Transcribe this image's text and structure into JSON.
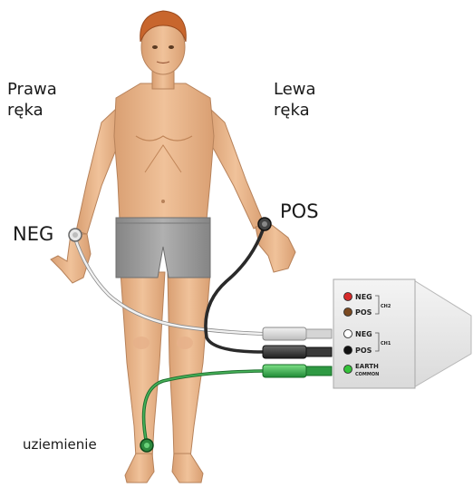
{
  "labels": {
    "right_hand": "Prawa\nręka",
    "left_hand": "Lewa\nręka",
    "neg": "NEG",
    "pos": "POS",
    "ground": "uziemienie"
  },
  "connector": {
    "rows": [
      {
        "label": "NEG",
        "dot_color": "#d62a2a"
      },
      {
        "label": "POS",
        "dot_color": "#7b4a22"
      },
      {
        "label": "NEG",
        "dot_color": "#ffffff"
      },
      {
        "label": "POS",
        "dot_color": "#111111"
      },
      {
        "label": "EARTH",
        "dot_color": "#34c23a"
      }
    ],
    "ch2": "CH2",
    "ch1": "CH1",
    "common": "COMMON"
  },
  "colors": {
    "skin": "#e8b48a",
    "skin_shade": "#cf9467",
    "hair": "#c8662d",
    "shorts": "#9a9a9a",
    "lead_white": "#d8d8d8",
    "lead_black": "#3a3a3a",
    "lead_green": "#2f9a43"
  }
}
